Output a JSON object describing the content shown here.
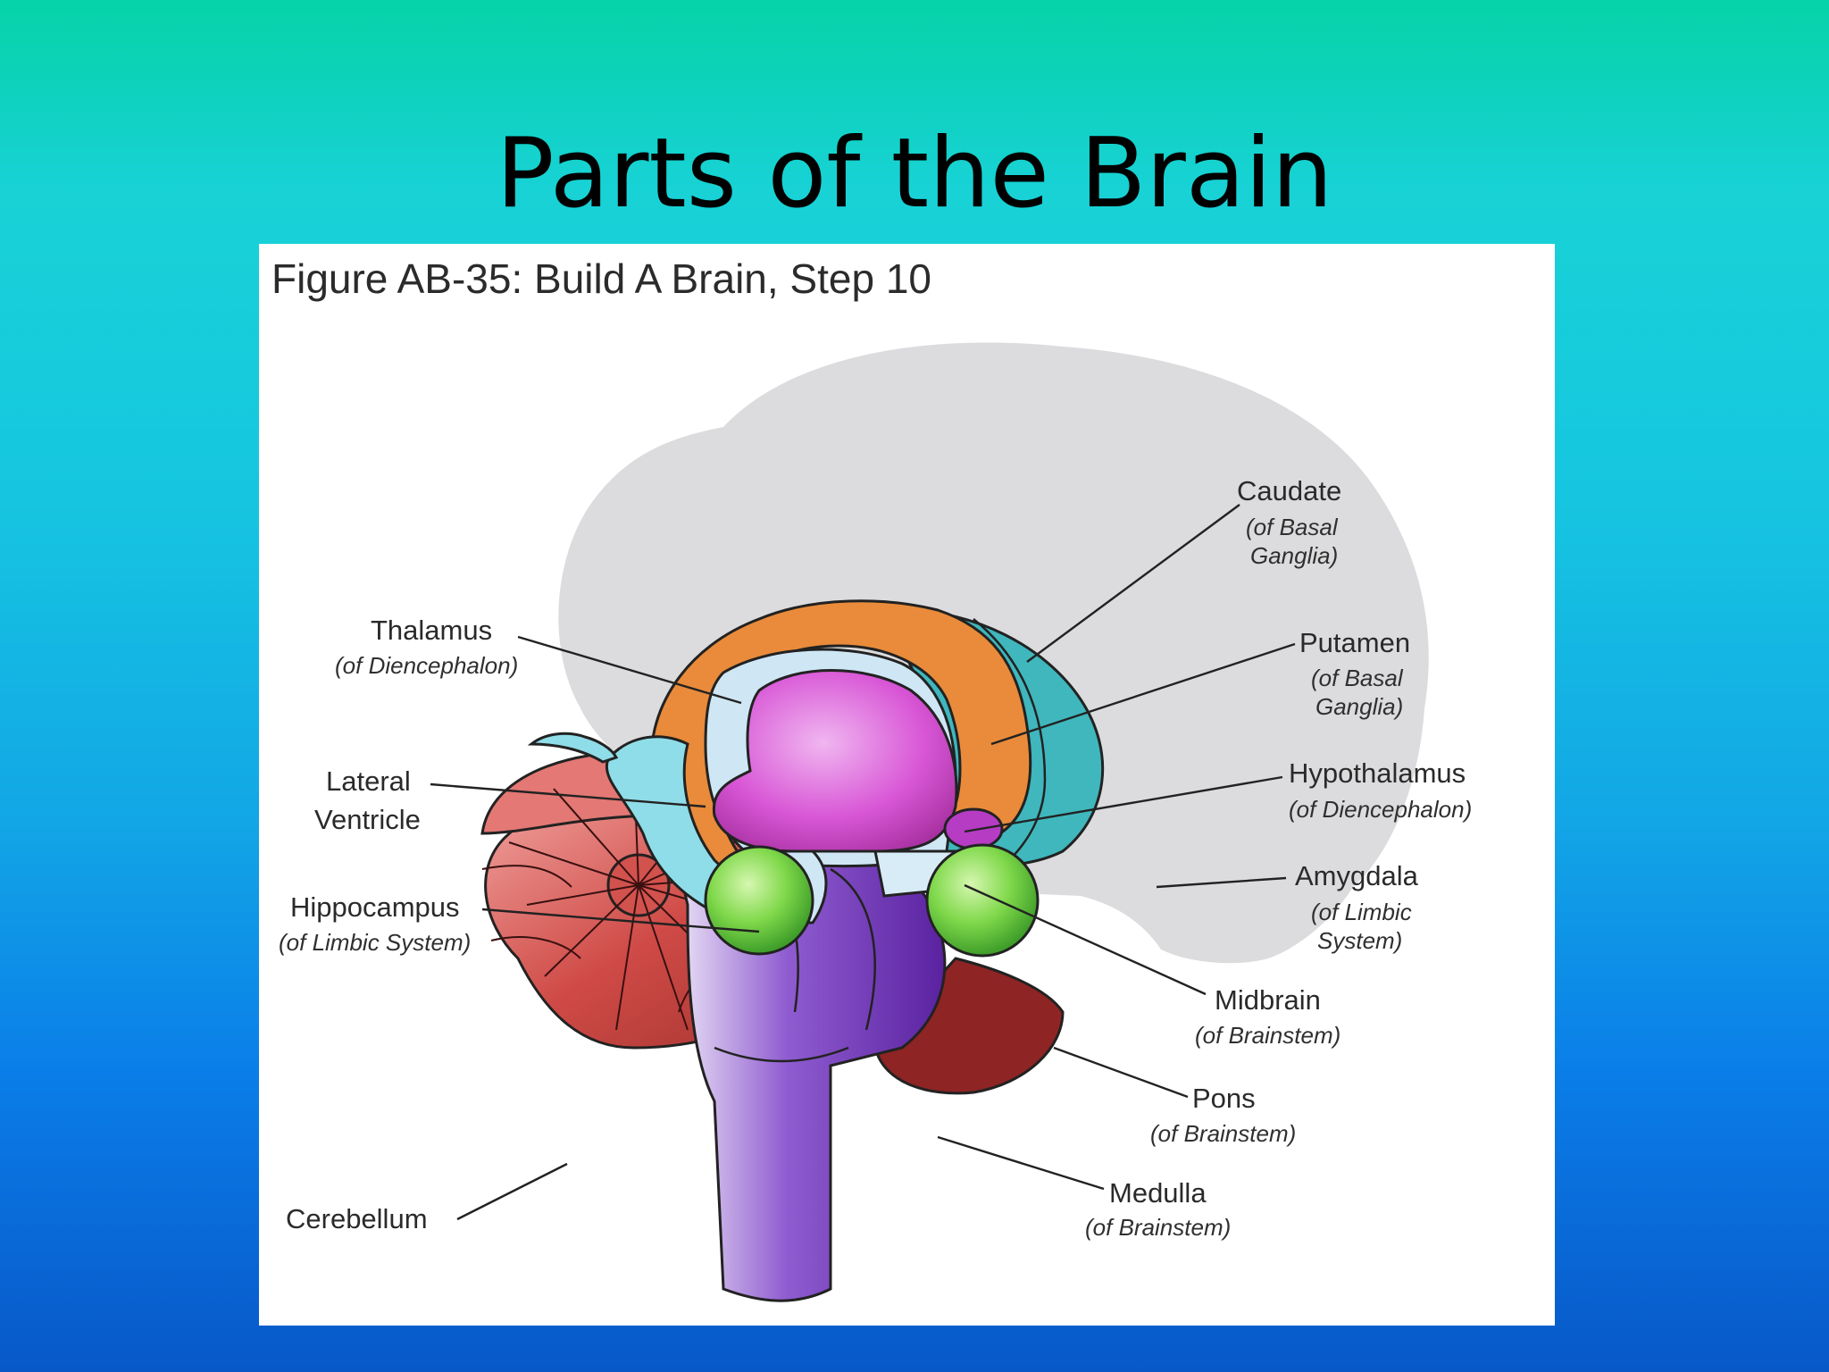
{
  "slide": {
    "title": "Parts of the Brain"
  },
  "figure": {
    "caption": "Figure AB-35: Build A Brain, Step 10"
  },
  "labels": {
    "caudate": {
      "name": "Caudate",
      "sub1": "(of Basal",
      "sub2": "Ganglia)"
    },
    "putamen": {
      "name": "Putamen",
      "sub1": "(of Basal",
      "sub2": "Ganglia)"
    },
    "hypothalamus": {
      "name": "Hypothalamus",
      "sub1": "(of Diencephalon)"
    },
    "amygdala": {
      "name": "Amygdala",
      "sub1": "(of Limbic",
      "sub2": "System)"
    },
    "midbrain": {
      "name": "Midbrain",
      "sub1": "(of Brainstem)"
    },
    "pons": {
      "name": "Pons",
      "sub1": "(of Brainstem)"
    },
    "medulla": {
      "name": "Medulla",
      "sub1": "(of Brainstem)"
    },
    "thalamus": {
      "name": "Thalamus",
      "sub1": "(of Diencephalon)"
    },
    "lateral_ventricle": {
      "line1": "Lateral",
      "line2": "Ventricle"
    },
    "hippocampus": {
      "name": "Hippocampus",
      "sub1": "(of Limbic System)"
    },
    "cerebellum": {
      "name": "Cerebellum"
    }
  },
  "colors": {
    "brain_silhouette": "#dcdcde",
    "caudate": "#e98b3a",
    "putamen_outer": "#3fb7bd",
    "thalamus": "#d856d6",
    "lateral_ventricle": "#7fd3e3",
    "amygdala": "#7fd84a",
    "brainstem": "#6a2cb0",
    "cerebellum": "#cf4a46"
  }
}
